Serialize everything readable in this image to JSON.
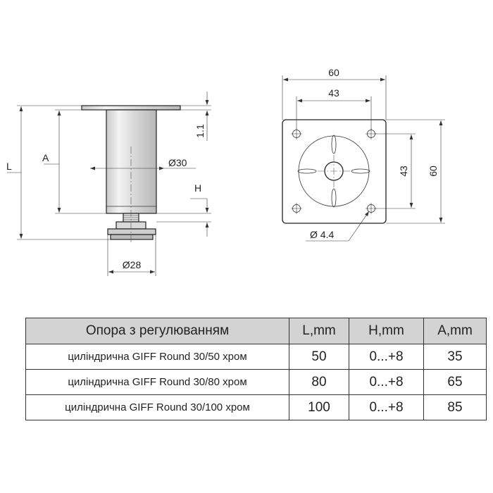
{
  "drawing": {
    "side_view": {
      "label_L": "L",
      "label_A": "A",
      "label_H": "H",
      "plate_thickness": "1.1",
      "body_diameter": "Ø30",
      "foot_diameter": "Ø28"
    },
    "top_view": {
      "plate_width": "60",
      "plate_height": "60",
      "hole_spacing_x": "43",
      "hole_spacing_y": "43",
      "hole_diameter": "Ø 4.4"
    }
  },
  "table": {
    "headers": [
      "Опора з регулюванням",
      "L,mm",
      "H,mm",
      "A,mm"
    ],
    "rows": [
      [
        "циліндрична GIFF Round 30/50 хром",
        "50",
        "0...+8",
        "35"
      ],
      [
        "циліндрична GIFF Round 30/80 хром",
        "80",
        "0...+8",
        "65"
      ],
      [
        "циліндрична GIFF Round 30/100 хром",
        "100",
        "0...+8",
        "85"
      ]
    ]
  }
}
